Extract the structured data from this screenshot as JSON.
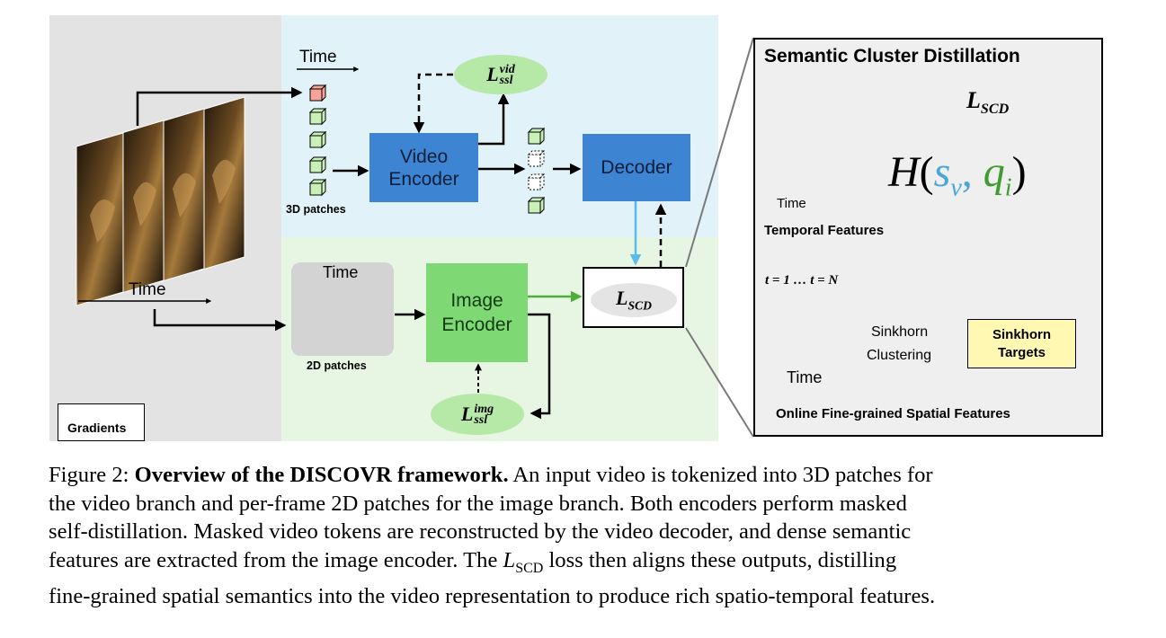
{
  "diagram": {
    "time_label": "Time",
    "patches_3d_label": "3D patches",
    "patches_2d_label": "2D patches",
    "video_encoder_label": [
      "Video",
      "Encoder"
    ],
    "image_encoder_label": [
      "Image",
      "Encoder"
    ],
    "decoder_label": "Decoder",
    "loss_vid": {
      "base": "L",
      "sup": "vid",
      "sub": "ssl"
    },
    "loss_img": {
      "base": "L",
      "sup": "img",
      "sub": "ssl"
    },
    "loss_scd": {
      "base": "L",
      "sub": "SCD"
    },
    "gradients_label": "Gradients",
    "scd_panel": {
      "title": "Semantic Cluster Distillation",
      "loss": {
        "base": "L",
        "sub": "SCD"
      },
      "formula": {
        "H": "H",
        "open": "(",
        "s": "s",
        "s_sub": "v",
        "comma": ",",
        "q": "q",
        "q_sub": "i",
        "close": ")"
      },
      "time_label": "Time",
      "temporal_features_label": "Temporal Features",
      "t_range_label": "t = 1 … t = N",
      "sinkhorn_label": "Sinkhorn",
      "clustering_label": "Clustering",
      "sinkhorn_targets_label": [
        "Sinkhorn",
        "Targets"
      ],
      "spatial_features_label": "Online Fine-grained Spatial Features"
    },
    "colors": {
      "video_region": "#e1f2f9",
      "image_region": "#e6f6e3",
      "input_region": "#e3e3e3",
      "encoder_blue": "#3d85d2",
      "encoder_green": "#7ed873",
      "loss_ellipse_green": "#b6e8a8",
      "patch_green": "#c9f0b6",
      "patch_pink": "#f7a39a",
      "patch_orange": "#e56d2a",
      "patch_dark_green": "#29a23a",
      "sinkhorn_yellow": "#fff8b3",
      "arrow_blue": "#5cbbe8",
      "arrow_green": "#4fae3b",
      "s_color": "#4aa5d9",
      "q_color": "#3f9c2f"
    }
  },
  "caption": {
    "prefix": "Figure 2: ",
    "title": "Overview of the DISCOVR framework.",
    "line1_rest": " An input video is tokenized into 3D patches for",
    "line2": "the video branch and per-frame 2D patches for the image branch. Both encoders perform masked",
    "line3": "self-distillation. Masked video tokens are reconstructed by the video decoder, and dense semantic",
    "line4_pre": "features are extracted from the image encoder. The ",
    "line4_L": "L",
    "line4_sub": "SCD",
    "line4_post": " loss then aligns these outputs, distilling",
    "line5": "fine-grained spatial semantics into the video representation to produce rich spatio-temporal features."
  }
}
